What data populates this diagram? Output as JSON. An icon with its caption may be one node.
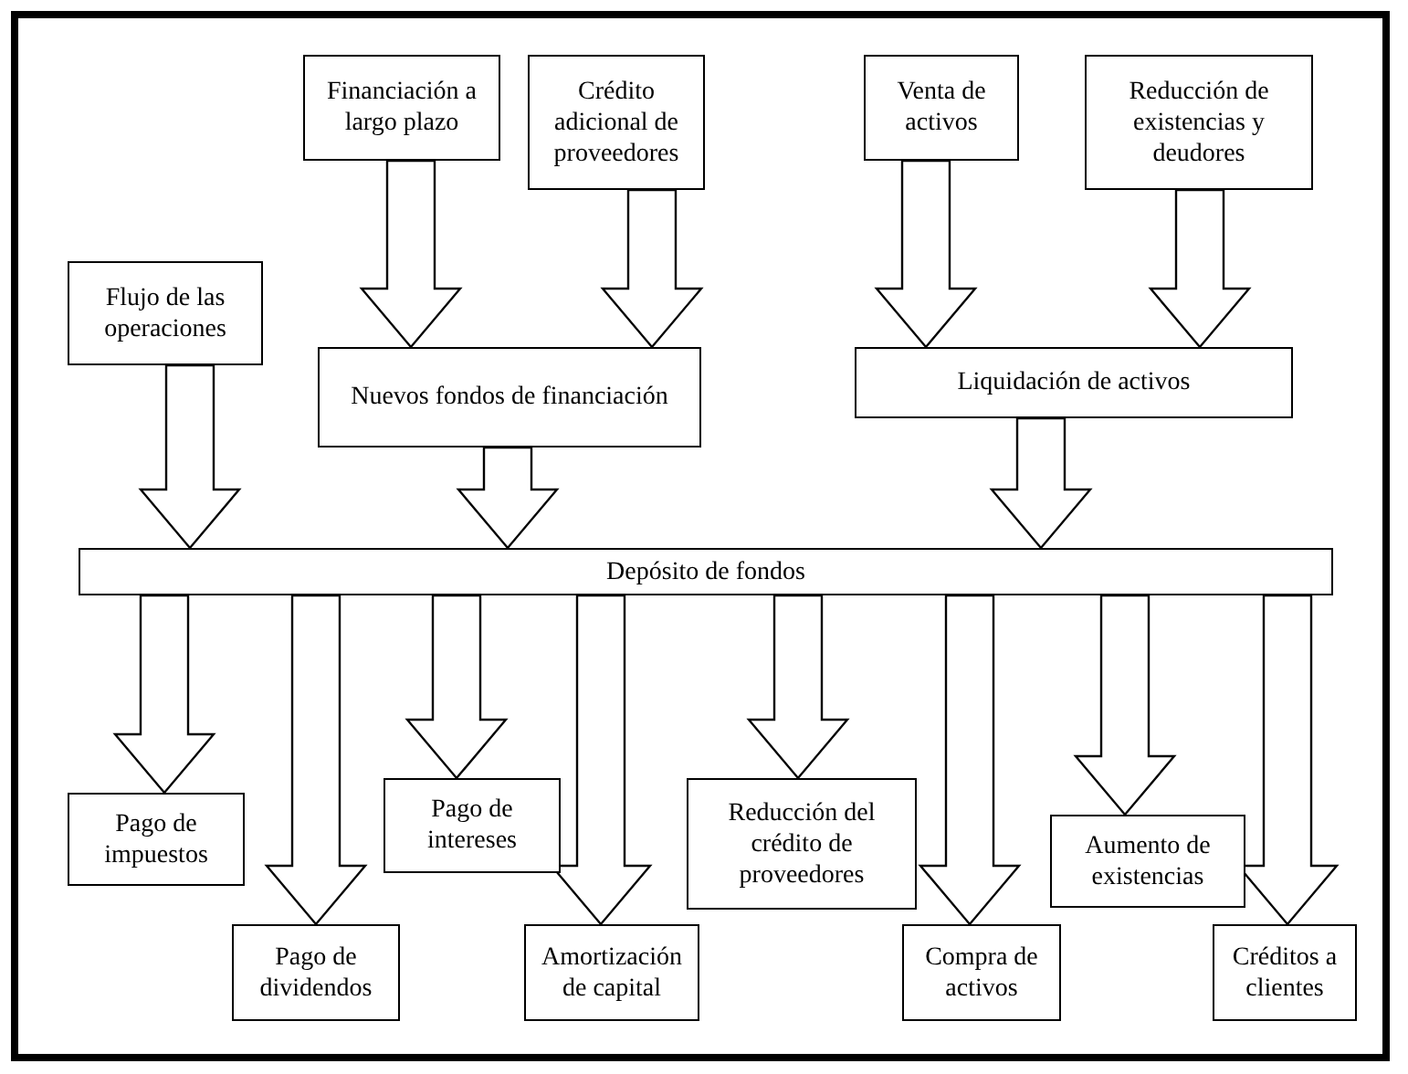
{
  "diagram": {
    "nodes": [
      {
        "text": [
          "Financiación a largo plazo"
        ]
      },
      {
        "text": [
          "Crédito adicional de proveedores"
        ]
      },
      {
        "text": [
          "Venta de activos"
        ]
      },
      {
        "text": [
          "Reducción de existencias y deudores"
        ]
      },
      {
        "text": [
          "Flujo de las operaciones"
        ]
      },
      {
        "text": [
          "Nuevos fondos de financiación"
        ]
      },
      {
        "text": [
          "Liquidación de activos"
        ]
      },
      {
        "text": [
          "Depósito de fondos"
        ]
      },
      {
        "text": [
          "Pago de impuestos"
        ]
      },
      {
        "text": [
          "Pago de dividendos"
        ]
      },
      {
        "text": [
          "Pago de intereses"
        ]
      },
      {
        "text": [
          "Amortización de capital"
        ]
      },
      {
        "text": [
          "Reducción del crédito de proveedores"
        ]
      },
      {
        "text": [
          "Compra de activos"
        ]
      },
      {
        "text": [
          "Aumento de existencias"
        ]
      },
      {
        "text": [
          "Créditos a clientes"
        ]
      }
    ],
    "edges": [
      {
        "from": 0,
        "to": 5,
        "arrow": "to"
      },
      {
        "from": 1,
        "to": 5,
        "arrow": "to"
      },
      {
        "from": 2,
        "to": 6,
        "arrow": "to"
      },
      {
        "from": 3,
        "to": 6,
        "arrow": "to"
      },
      {
        "from": 4,
        "to": 7,
        "arrow": "to"
      },
      {
        "from": 5,
        "to": 7,
        "arrow": "to"
      },
      {
        "from": 6,
        "to": 7,
        "arrow": "to"
      },
      {
        "from": 7,
        "to": 8,
        "arrow": "to"
      },
      {
        "from": 7,
        "to": 9,
        "arrow": "to"
      },
      {
        "from": 7,
        "to": 10,
        "arrow": "to"
      },
      {
        "from": 7,
        "to": 11,
        "arrow": "to"
      },
      {
        "from": 7,
        "to": 12,
        "arrow": "to"
      },
      {
        "from": 7,
        "to": 13,
        "arrow": "to"
      },
      {
        "from": 7,
        "to": 14,
        "arrow": "to"
      },
      {
        "from": 7,
        "to": 15,
        "arrow": "to"
      }
    ]
  }
}
